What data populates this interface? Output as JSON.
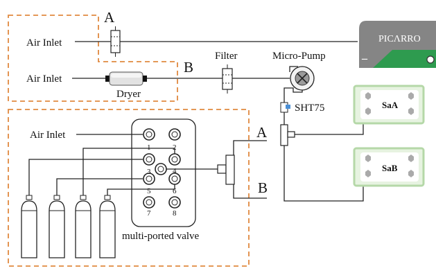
{
  "labels": {
    "air_inlet_top": "Air Inlet",
    "air_inlet_mid": "Air Inlet",
    "air_inlet_valve": "Air Inlet",
    "port_a_top": "A",
    "port_b_top": "B",
    "dryer": "Dryer",
    "filter": "Filter",
    "micro_pump": "Micro-Pump",
    "sht75": "SHT75",
    "picarro": "PICΛRRO",
    "picarro_minus": "–",
    "saa": "SaA",
    "sab": "SaB",
    "port_a_right": "A",
    "port_b_right": "B",
    "valve_caption": "multi-ported valve"
  },
  "valve_ports": [
    "1",
    "2",
    "3",
    "4",
    "5",
    "6",
    "7",
    "8"
  ],
  "colors": {
    "dashed_box": "#e0893f",
    "picarro_body": "#858585",
    "picarro_accent": "#2e9b4f",
    "sample_box_border": "#b5d8a8",
    "sample_box_fill": "#e7f3e1",
    "sht75_sensor": "#4a8fd6"
  },
  "icons": [
    "filter-icon",
    "dryer-icon",
    "pump-icon",
    "gas-cylinder-icon",
    "valve-port-icon",
    "tee-connector-icon"
  ]
}
